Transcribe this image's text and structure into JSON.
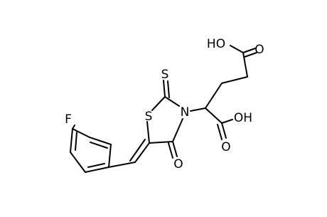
{
  "molecule": {
    "atoms": {
      "fluorine": "F",
      "sulfur_ring": "S",
      "sulfur_thioxo": "S",
      "nitrogen": "N",
      "oxygen_ring_carbonyl": "O",
      "oxygen_acid1_carbonyl": "O",
      "hydroxyl_acid1": "OH",
      "oxygen_acid2_carbonyl": "O",
      "hydroxyl_acid2": "HO"
    },
    "colors": {
      "bond": "#000000",
      "label": "#000000",
      "background": "#ffffff"
    }
  }
}
